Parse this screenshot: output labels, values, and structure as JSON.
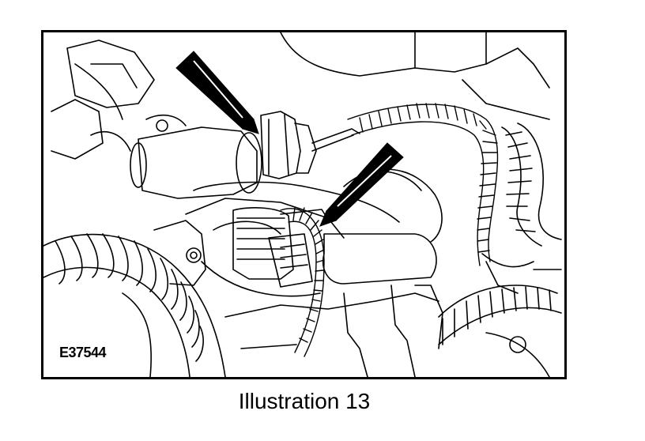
{
  "figure": {
    "reference_code": "E37544",
    "caption": "Illustration 13",
    "ink_color": "#000000",
    "background_color": "#ffffff",
    "callouts": [
      {
        "name": "callout-arrow-upper-left",
        "icon": "pointer-arrow"
      },
      {
        "name": "callout-arrow-center",
        "icon": "pointer-arrow"
      }
    ]
  }
}
